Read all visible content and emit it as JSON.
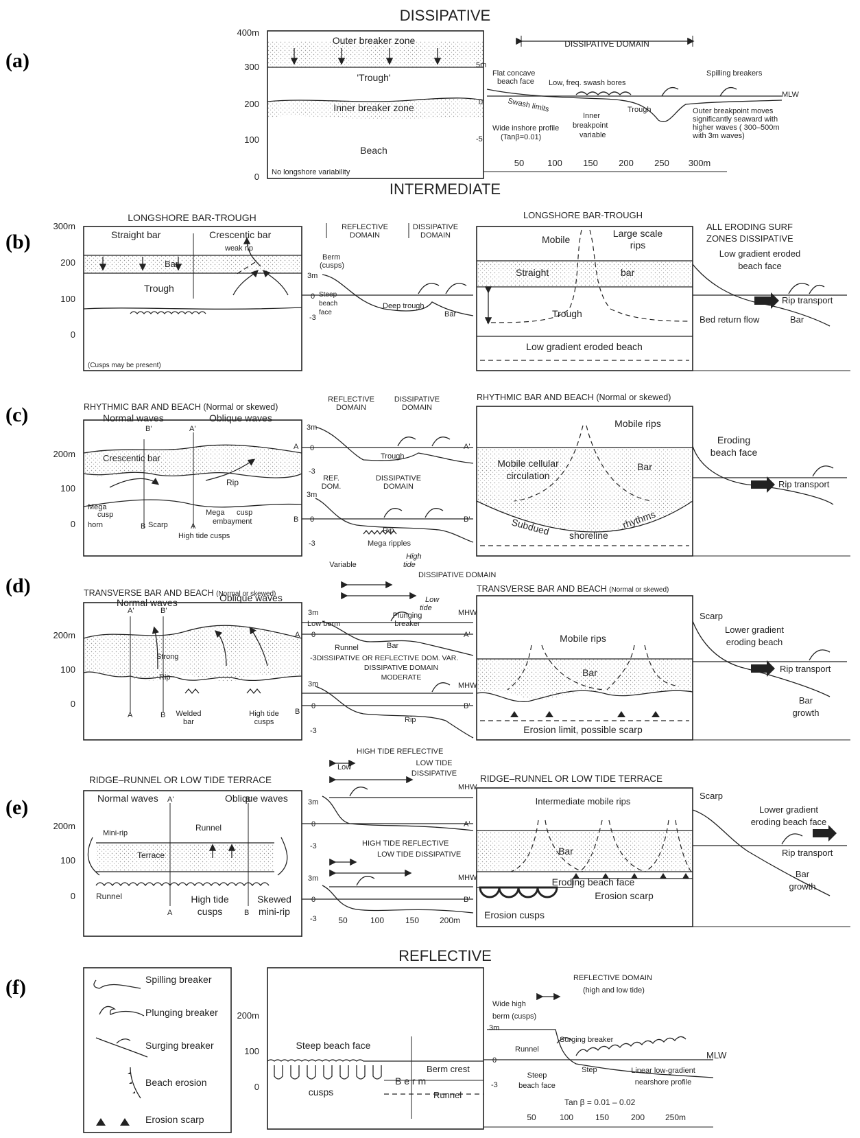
{
  "panel_labels": [
    "(a)",
    "(b)",
    "(c)",
    "(d)",
    "(e)",
    "(f)"
  ],
  "section_titles": {
    "dissipative": "DISSIPATIVE",
    "intermediate": "INTERMEDIATE",
    "reflective": "REFLECTIVE"
  },
  "a": {
    "y_ticks": [
      "400m",
      "300",
      "200",
      "100",
      "0"
    ],
    "outer_breaker": "Outer breaker zone",
    "trough": "'Trough'",
    "inner_breaker": "Inner breaker zone",
    "beach": "Beach",
    "no_longshore": "No longshore variability",
    "domain": "DISSIPATIVE DOMAIN",
    "depth_5": "5m",
    "depth_0": "0",
    "depth_m5": "-5",
    "flat_concave": "Flat concave",
    "beach_face": "beach face",
    "low_freq": "Low, freq. swash bores",
    "spilling": "Spilling breakers",
    "mlw": "MLW",
    "swash_limits": "Swash limits",
    "trough_prof": "Trough",
    "inner": "Inner",
    "breakpoint": "breakpoint",
    "variable": "variable",
    "wide_inshore": "Wide inshore profile",
    "tanb": "(Tanβ=0.01)",
    "outer_bp": [
      "Outer breakpoint moves",
      "significantly seaward with",
      "higher waves ( 300–500m",
      "with 3m waves)"
    ],
    "x_ticks": [
      "50",
      "100",
      "150",
      "200",
      "250",
      "300m"
    ]
  },
  "b": {
    "title": "LONGSHORE BAR-TROUGH",
    "y_ticks": [
      "300m",
      "200",
      "100",
      "0"
    ],
    "straight_bar": "Straight bar",
    "crescentic_bar": "Crescentic bar",
    "weak_rip": "weak rip",
    "bar": "Bar",
    "trough": "Trough",
    "cusps": "(Cusps may be present)",
    "refl": [
      "REFLECTIVE",
      "DOMAIN"
    ],
    "diss": [
      "DISSIPATIVE",
      "DOMAIN"
    ],
    "berm": "Berm",
    "berm_cusps": "(cusps)",
    "d3": "3m",
    "d0": "0",
    "dm3": "-3",
    "steep": [
      "Steep",
      "beach",
      "face"
    ],
    "deep_trough": "Deep trough",
    "bar_prof": "Bar",
    "title2": "LONGSHORE BAR-TROUGH",
    "mobile": "Mobile",
    "large_scale": [
      "Large scale",
      "rips"
    ],
    "straight": "Straight",
    "bar2": "bar",
    "trough2": "Trough",
    "low_gradient": "Low gradient eroded beach",
    "all_eroding": [
      "ALL ERODING SURF",
      "ZONES DISSIPATIVE"
    ],
    "low_grad_face": [
      "Low gradient eroded",
      "beach face"
    ],
    "rip_transport": "Rip transport",
    "bed_return": "Bed return flow",
    "bar3": "Bar"
  },
  "c": {
    "title": "RHYTHMIC BAR AND BEACH (Normal or skewed)",
    "normal_waves": "Normal waves",
    "oblique_waves": "Oblique waves",
    "crescentic": "Crescentic bar",
    "y_ticks": [
      "200m",
      "100",
      "0"
    ],
    "rip": "Rip",
    "mega_cusp_horn": [
      "Mega",
      "cusp",
      "horn"
    ],
    "scarp": "Scarp",
    "mega_embay": [
      "Mega",
      "cusp",
      "embayment"
    ],
    "high_tide_cusps": "High tide cusps",
    "A": "A",
    "Ap": "A'",
    "B": "B",
    "Bp": "B'",
    "refl": [
      "REFLECTIVE",
      "DOMAIN"
    ],
    "diss": [
      "DISSIPATIVE",
      "DOMAIN"
    ],
    "d3": "3m",
    "d0": "0",
    "dm3": "-3",
    "trough": "Trough",
    "ref_dom": [
      "REF.",
      "DOM."
    ],
    "diss2": [
      "DISSIPATIVE",
      "DOMAIN"
    ],
    "rip2": "Rip",
    "mega_ripples": "Mega ripples",
    "title2": "RHYTHMIC BAR AND BEACH (Normal or skewed)",
    "mobile_rips": "Mobile rips",
    "mobile_cellular": [
      "Mobile cellular",
      "circulation"
    ],
    "bar": "Bar",
    "subdued": "Subdued",
    "shoreline": "shoreline",
    "rhythms": "rhythms",
    "eroding_face": [
      "Eroding",
      "beach face"
    ],
    "rip_transport": "Rip transport"
  },
  "d": {
    "title": "TRANSVERSE BAR AND BEACH",
    "title_sub": "(Normal or skewed)",
    "normal_waves": "Normal waves",
    "oblique_waves": "Oblique waves",
    "y_ticks": [
      "200m",
      "100",
      "0"
    ],
    "strong": "Strong",
    "rip": "Rip",
    "welded": [
      "Welded",
      "bar"
    ],
    "high_tide_cusps": [
      "High tide",
      "cusps"
    ],
    "A": "A",
    "Ap": "A'",
    "B": "B",
    "Bp": "B'",
    "variable": "Variable",
    "high_tide": [
      "High",
      "tide"
    ],
    "diss_domain": "DISSIPATIVE DOMAIN",
    "low_tide": [
      "Low",
      "tide"
    ],
    "mhw": "MHW",
    "d3": "3m",
    "d0": "0",
    "dm3": "-3",
    "low_berm": "Low berm",
    "plunging": [
      "Plunging",
      "breaker"
    ],
    "runnel": "Runnel",
    "bar_prof": "Bar",
    "diss_or_refl": "DISSIPATIVE OR REFLECTIVE DOM. VAR.",
    "diss_moderate": [
      "DISSIPATIVE DOMAIN",
      "MODERATE"
    ],
    "rip2": "Rip",
    "title2": "TRANSVERSE BAR AND BEACH",
    "title2_sub": "(Normal or skewed)",
    "mobile_rips": "Mobile rips",
    "bar": "Bar",
    "erosion_limit": "Erosion limit, possible scarp",
    "scarp": "Scarp",
    "lower_grad": [
      "Lower gradient",
      "eroding beach"
    ],
    "rip_transport": "Rip transport",
    "bar_growth": [
      "Bar",
      "growth"
    ]
  },
  "e": {
    "title": "RIDGE–RUNNEL OR LOW TIDE TERRACE",
    "normal_waves": "Normal waves",
    "oblique_waves": "Oblique waves",
    "y_ticks": [
      "200m",
      "100",
      "0"
    ],
    "mini_rip": "Mini-rip",
    "runnel": "Runnel",
    "terrace": "Terrace",
    "runnel2": "Runnel",
    "high_tide_cusps": [
      "High tide",
      "cusps"
    ],
    "skewed": [
      "Skewed",
      "mini-rip"
    ],
    "A": "A",
    "Ap": "A'",
    "B": "B",
    "Bp": "B'",
    "high_refl": "HIGH TIDE REFLECTIVE",
    "low": "Low",
    "low_tide_diss": [
      "LOW TIDE",
      "DISSIPATIVE"
    ],
    "mhw": "MHW",
    "d3": "3m",
    "d0": "0",
    "dm3": "-3",
    "high_refl2": "HIGH TIDE REFLECTIVE",
    "low_diss2": "LOW TIDE DISSIPATIVE",
    "x_ticks": [
      "50",
      "100",
      "150",
      "200m"
    ],
    "title2": "RIDGE–RUNNEL OR LOW TIDE TERRACE",
    "intermediate_rips": "Intermediate mobile rips",
    "bar": "Bar",
    "eroding_face": "Eroding beach face",
    "erosion_scarp": "Erosion scarp",
    "erosion_cusps": "Erosion cusps",
    "scarp": "Scarp",
    "lower_grad": [
      "Lower gradient",
      "eroding beach face"
    ],
    "rip_transport": "Rip transport",
    "bar_growth": [
      "Bar",
      "growth"
    ]
  },
  "f": {
    "legend": [
      "Spilling breaker",
      "Plunging breaker",
      "Surging breaker",
      "Beach erosion",
      "Erosion scarp"
    ],
    "y_ticks": [
      "200m",
      "100",
      "0"
    ],
    "steep_face": "Steep beach face",
    "cusps": "cusps",
    "berm": "B  e  r  m",
    "berm_crest": "Berm crest",
    "runnel": "Runnel",
    "refl_domain": [
      "REFLECTIVE DOMAIN",
      "(high and low tide)"
    ],
    "wide_high": [
      "Wide high",
      "berm (cusps)"
    ],
    "d3": "3m",
    "d0": "0",
    "dm3": "-3",
    "runnel2": "Runnel",
    "surging": "Surging breaker",
    "mlw": "MLW",
    "step": "Step",
    "steep2": [
      "Steep",
      "beach face"
    ],
    "linear": [
      "Linear low-gradient",
      "nearshore profile"
    ],
    "tanb": "Tan β = 0.01 – 0.02",
    "x_ticks": [
      "50",
      "100",
      "150",
      "200",
      "250m"
    ]
  }
}
